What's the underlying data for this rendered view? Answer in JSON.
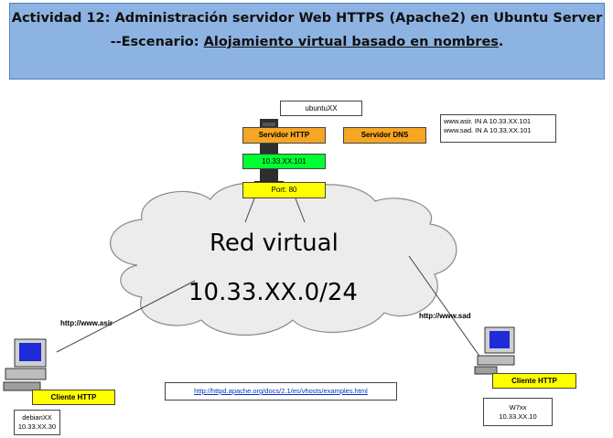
{
  "header": {
    "line1": "Actividad 12: Administración servidor Web HTTPS (Apache2) en Ubuntu Server",
    "line2_prefix": "--Escenario: ",
    "line2_underlined": "Alojamiento virtual basado en nombres",
    "line2_suffix": "."
  },
  "server": {
    "hostname": "ubuntuXX",
    "http_service": "Servidor HTTP",
    "dns_service": "Servidor DNS",
    "ip": "10.33.XX.101",
    "port": "Port: 80",
    "dns_records": [
      "www.asir. IN  A 10.33.XX.101",
      "www.sad.  IN A 10.33.XX.101"
    ]
  },
  "network": {
    "name": "Red virtual",
    "subnet": "10.33.XX.0/24"
  },
  "client_left": {
    "url": "http://www.asir",
    "label": "Cliente HTTP",
    "hostname": "debianXX",
    "ip": "10.33.XX.30"
  },
  "client_right": {
    "url": "http://www.sad",
    "label": "Cliente HTTP",
    "hostname": "W7xx",
    "ip": "10.33.XX.10"
  },
  "reference_link": "http://httpd.apache.org/docs/2.1/es/vhosts/examples.html",
  "colors": {
    "header_bg": "#8db3e2",
    "service_box": "#f5a623",
    "ip_box": "#00ff33",
    "port_box": "#ffff00",
    "cloud": "#ececec",
    "screen": "#1d2bd8"
  }
}
